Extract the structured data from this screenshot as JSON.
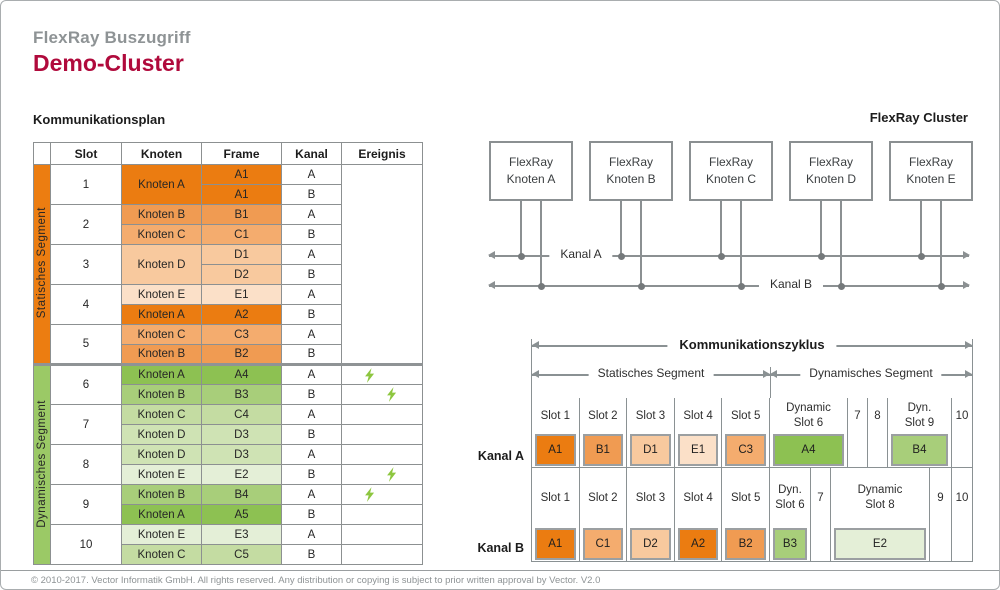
{
  "header": {
    "pretitle": "FlexRay Buszugriff",
    "title": "Demo-Cluster"
  },
  "sections": {
    "plan_title": "Kommunikationsplan",
    "cluster_title": "FlexRay Cluster"
  },
  "footer": {
    "text": "© 2010-2017. Vector Informatik GmbH. All rights reserved. Any distribution or copying is subject to prior written approval by Vector. V2.0"
  },
  "colors": {
    "brand_red": "#B00A3C",
    "gray_text": "#8E9395",
    "table_border": "#8C9091",
    "line_gray": "#8A9193",
    "lightning_green": "#8DC63F",
    "segment_bg": {
      "orange": "#EC7D11",
      "green": "#9BC966"
    },
    "palettes": {
      "orange": {
        "A": "#EB7C11",
        "B": "#F09B52",
        "C": "#F4AC6E",
        "D": "#F8C99E",
        "E": "#FBE0C8"
      },
      "green": {
        "A": "#8DC152",
        "B": "#A8CE7A",
        "C": "#C4DCA2",
        "D": "#CFE3B4",
        "E": "#E4EFD7"
      }
    }
  },
  "comm_table": {
    "headers": [
      "Slot",
      "Knoten",
      "Frame",
      "Kanal",
      "Ereignis"
    ],
    "segments": [
      {
        "label": "Statisches Segment",
        "palette": "orange",
        "slots": [
          {
            "slot": "1",
            "rows": [
              {
                "node": "Knoten A",
                "frame": "A1",
                "kanal": "A"
              },
              {
                "node": "Knoten A",
                "frame": "A1",
                "kanal": "B"
              }
            ]
          },
          {
            "slot": "2",
            "rows": [
              {
                "node": "Knoten B",
                "frame": "B1",
                "kanal": "A"
              },
              {
                "node": "Knoten C",
                "frame": "C1",
                "kanal": "B"
              }
            ]
          },
          {
            "slot": "3",
            "rows": [
              {
                "node": "Knoten D",
                "frame": "D1",
                "kanal": "A"
              },
              {
                "node": "Knoten D",
                "frame": "D2",
                "kanal": "B"
              }
            ]
          },
          {
            "slot": "4",
            "rows": [
              {
                "node": "Knoten E",
                "frame": "E1",
                "kanal": "A"
              },
              {
                "node": "Knoten A",
                "frame": "A2",
                "kanal": "B"
              }
            ]
          },
          {
            "slot": "5",
            "rows": [
              {
                "node": "Knoten C",
                "frame": "C3",
                "kanal": "A"
              },
              {
                "node": "Knoten B",
                "frame": "B2",
                "kanal": "B"
              }
            ]
          }
        ]
      },
      {
        "label": "Dynamisches Segment",
        "palette": "green",
        "slots": [
          {
            "slot": "6",
            "rows": [
              {
                "node": "Knoten A",
                "frame": "A4",
                "kanal": "A",
                "event": "left"
              },
              {
                "node": "Knoten B",
                "frame": "B3",
                "kanal": "B",
                "event": "right"
              }
            ]
          },
          {
            "slot": "7",
            "rows": [
              {
                "node": "Knoten C",
                "frame": "C4",
                "kanal": "A"
              },
              {
                "node": "Knoten D",
                "frame": "D3",
                "kanal": "B"
              }
            ]
          },
          {
            "slot": "8",
            "rows": [
              {
                "node": "Knoten D",
                "frame": "D3",
                "kanal": "A"
              },
              {
                "node": "Knoten E",
                "frame": "E2",
                "kanal": "B",
                "event": "right"
              }
            ]
          },
          {
            "slot": "9",
            "rows": [
              {
                "node": "Knoten B",
                "frame": "B4",
                "kanal": "A",
                "event": "left"
              },
              {
                "node": "Knoten A",
                "frame": "A5",
                "kanal": "B"
              }
            ]
          },
          {
            "slot": "10",
            "rows": [
              {
                "node": "Knoten E",
                "frame": "E3",
                "kanal": "A"
              },
              {
                "node": "Knoten C",
                "frame": "C5",
                "kanal": "B"
              }
            ]
          }
        ]
      }
    ]
  },
  "cluster": {
    "nodes": [
      {
        "line1": "FlexRay",
        "line2": "Knoten A"
      },
      {
        "line1": "FlexRay",
        "line2": "Knoten B"
      },
      {
        "line1": "FlexRay",
        "line2": "Knoten C"
      },
      {
        "line1": "FlexRay",
        "line2": "Knoten D"
      },
      {
        "line1": "FlexRay",
        "line2": "Knoten E"
      }
    ],
    "bus_a_label": "Kanal A",
    "bus_b_label": "Kanal B"
  },
  "cycle": {
    "title": "Kommunikationszyklus",
    "static_label": "Statisches Segment",
    "dynamic_label": "Dynamisches Segment",
    "channel_a": {
      "label": "Kanal A",
      "slots": [
        {
          "label": "Slot 1",
          "w": 47.6,
          "frame": "A1"
        },
        {
          "label": "Slot 2",
          "w": 47.6,
          "frame": "B1"
        },
        {
          "label": "Slot 3",
          "w": 47.6,
          "frame": "D1"
        },
        {
          "label": "Slot 4",
          "w": 47.6,
          "frame": "E1"
        },
        {
          "label": "Slot 5",
          "w": 47.6,
          "frame": "C3"
        },
        {
          "label": "Dynamic\nSlot 6",
          "w": 78,
          "frame": "A4"
        },
        {
          "label": "7",
          "w": 20
        },
        {
          "label": "8",
          "w": 20
        },
        {
          "label": "Dyn.\nSlot 9",
          "w": 64,
          "frame": "B4"
        },
        {
          "label": "10",
          "w": 20
        }
      ]
    },
    "channel_b": {
      "label": "Kanal B",
      "slots": [
        {
          "label": "Slot 1",
          "w": 47.6,
          "frame": "A1"
        },
        {
          "label": "Slot 2",
          "w": 47.6,
          "frame": "C1"
        },
        {
          "label": "Slot 3",
          "w": 47.6,
          "frame": "D2"
        },
        {
          "label": "Slot 4",
          "w": 47.6,
          "frame": "A2"
        },
        {
          "label": "Slot 5",
          "w": 47.6,
          "frame": "B2"
        },
        {
          "label": "Dyn.\nSlot 6",
          "w": 41,
          "frame": "B3"
        },
        {
          "label": "7",
          "w": 20
        },
        {
          "label": "Dynamic\nSlot 8",
          "w": 99,
          "frame": "E2"
        },
        {
          "label": "9",
          "w": 22
        },
        {
          "label": "10",
          "w": 20
        }
      ]
    }
  }
}
